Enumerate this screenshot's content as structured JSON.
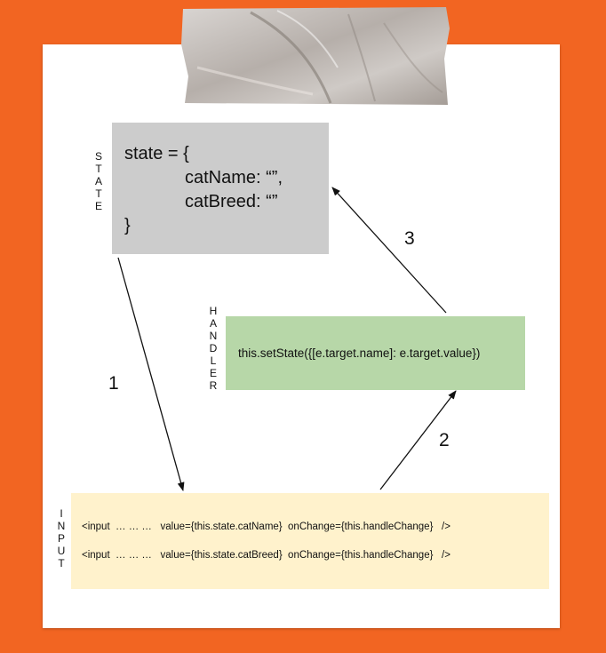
{
  "state": {
    "label": "STATE",
    "lines": [
      "state = {",
      "catName: “”,",
      "catBreed: “”",
      "}"
    ]
  },
  "handler": {
    "label": "HANDLER",
    "code": "this.setState({[e.target.name]: e.target.value})"
  },
  "input": {
    "label": "INPUT",
    "rows": [
      "<input  … … …   value={this.state.catName}  onChange={this.handleChange}   />",
      "<input  … … …   value={this.state.catBreed}  onChange={this.handleChange}   />"
    ]
  },
  "steps": [
    "1",
    "2",
    "3"
  ],
  "colors": {
    "background": "#f26522",
    "state_box": "#cccccc",
    "handler_box": "#b7d7a8",
    "input_box": "#fff2cc"
  }
}
